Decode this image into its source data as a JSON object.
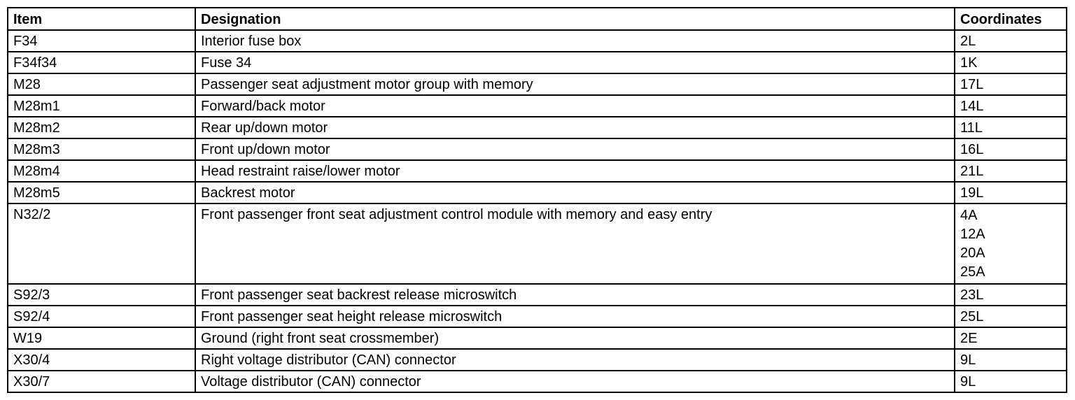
{
  "table": {
    "columns": [
      {
        "key": "item",
        "label": "Item"
      },
      {
        "key": "designation",
        "label": "Designation"
      },
      {
        "key": "coordinates",
        "label": "Coordinates"
      }
    ],
    "rows": [
      {
        "item": "F34",
        "designation": "Interior fuse box",
        "coordinates": [
          "2L"
        ]
      },
      {
        "item": "F34f34",
        "designation": "Fuse 34",
        "coordinates": [
          "1K"
        ]
      },
      {
        "item": "M28",
        "designation": "Passenger seat adjustment motor group with memory",
        "coordinates": [
          "17L"
        ]
      },
      {
        "item": "M28m1",
        "designation": "Forward/back motor",
        "coordinates": [
          "14L"
        ]
      },
      {
        "item": "M28m2",
        "designation": "Rear up/down motor",
        "coordinates": [
          "11L"
        ]
      },
      {
        "item": "M28m3",
        "designation": "Front up/down motor",
        "coordinates": [
          "16L"
        ]
      },
      {
        "item": "M28m4",
        "designation": "Head restraint raise/lower motor",
        "coordinates": [
          "21L"
        ]
      },
      {
        "item": "M28m5",
        "designation": "Backrest motor",
        "coordinates": [
          "19L"
        ]
      },
      {
        "item": "N32/2",
        "designation": "Front passenger front seat adjustment control module with memory and easy entry",
        "coordinates": [
          "4A",
          "12A",
          "20A",
          "25A"
        ]
      },
      {
        "item": "S92/3",
        "designation": "Front passenger seat backrest release microswitch",
        "coordinates": [
          "23L"
        ]
      },
      {
        "item": "S92/4",
        "designation": "Front passenger seat height release microswitch",
        "coordinates": [
          "25L"
        ]
      },
      {
        "item": "W19",
        "designation": "Ground (right front seat crossmember)",
        "coordinates": [
          "2E"
        ]
      },
      {
        "item": "X30/4",
        "designation": "Right voltage distributor (CAN) connector",
        "coordinates": [
          "9L"
        ]
      },
      {
        "item": "X30/7",
        "designation": "Voltage distributor (CAN) connector",
        "coordinates": [
          "9L"
        ]
      }
    ]
  }
}
